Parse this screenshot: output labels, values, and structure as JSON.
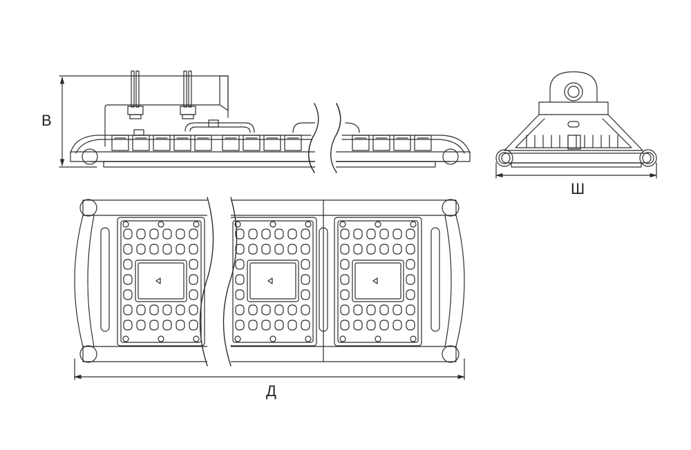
{
  "labels": {
    "height": "В",
    "width": "Ш",
    "length": "Д"
  },
  "colors": {
    "line": "#2b2b2b",
    "background": "#ffffff"
  }
}
